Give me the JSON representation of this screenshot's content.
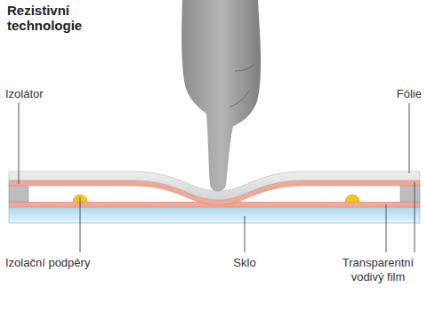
{
  "diagram": {
    "title": "Rezistivní technologie",
    "labels": [
      "Izolátor",
      "Fólie",
      "Izolační podpěry",
      "Sklo",
      "Transparentní vodivý film"
    ]
  }
}
